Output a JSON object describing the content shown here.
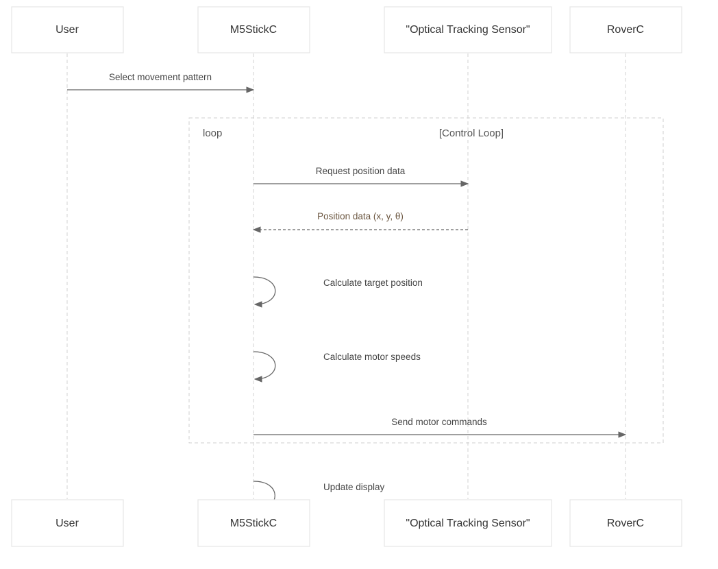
{
  "participants": [
    {
      "id": "user",
      "label": "User"
    },
    {
      "id": "m5",
      "label": "M5StickC"
    },
    {
      "id": "sensor",
      "label": "\"Optical Tracking Sensor\""
    },
    {
      "id": "rover",
      "label": "RoverC"
    }
  ],
  "loop": {
    "keyword": "loop",
    "condition": "[Control Loop]"
  },
  "messages": [
    {
      "from": "user",
      "to": "m5",
      "label": "Select movement pattern",
      "style": "solid"
    },
    {
      "from": "m5",
      "to": "sensor",
      "label": "Request position data",
      "style": "solid"
    },
    {
      "from": "sensor",
      "to": "m5",
      "label": "Position data (x, y, θ)",
      "style": "dashed"
    },
    {
      "from": "m5",
      "to": "m5",
      "label": "Calculate target position",
      "style": "self"
    },
    {
      "from": "m5",
      "to": "m5",
      "label": "Calculate motor speeds",
      "style": "self"
    },
    {
      "from": "m5",
      "to": "rover",
      "label": "Send motor commands",
      "style": "solid"
    },
    {
      "from": "m5",
      "to": "m5",
      "label": "Update display",
      "style": "self"
    }
  ]
}
